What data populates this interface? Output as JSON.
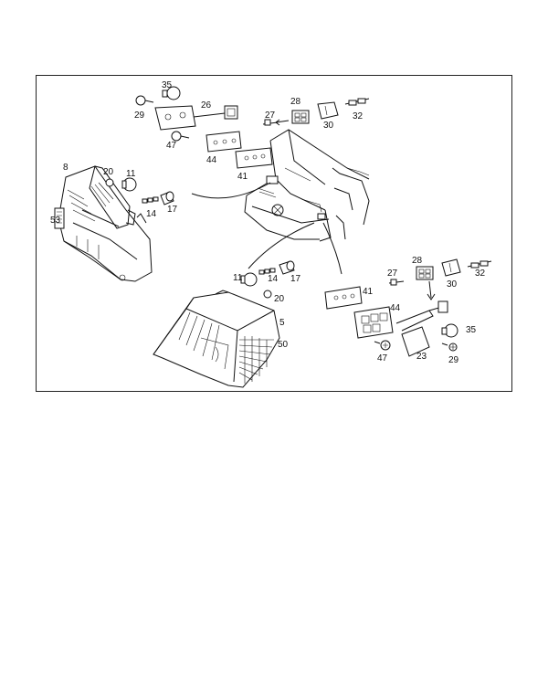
{
  "diagram": {
    "callouts": {
      "c35a": "35",
      "c29a": "29",
      "c26": "26",
      "c27a": "27",
      "c28a": "28",
      "c30a": "30",
      "c32a": "32",
      "c47a": "47",
      "c44a": "44",
      "c41a": "41",
      "c8": "8",
      "c20a": "20",
      "c11a": "11",
      "c53": "53",
      "c14a": "14",
      "c17a": "17",
      "c11b": "11",
      "c14b": "14",
      "c17b": "17",
      "c20b": "20",
      "c5": "5",
      "c50": "50",
      "c28b": "28",
      "c27b": "27",
      "c30b": "30",
      "c32b": "32",
      "c41b": "41",
      "c44b": "44",
      "c35b": "35",
      "c47b": "47",
      "c23": "23",
      "c29b": "29"
    }
  }
}
